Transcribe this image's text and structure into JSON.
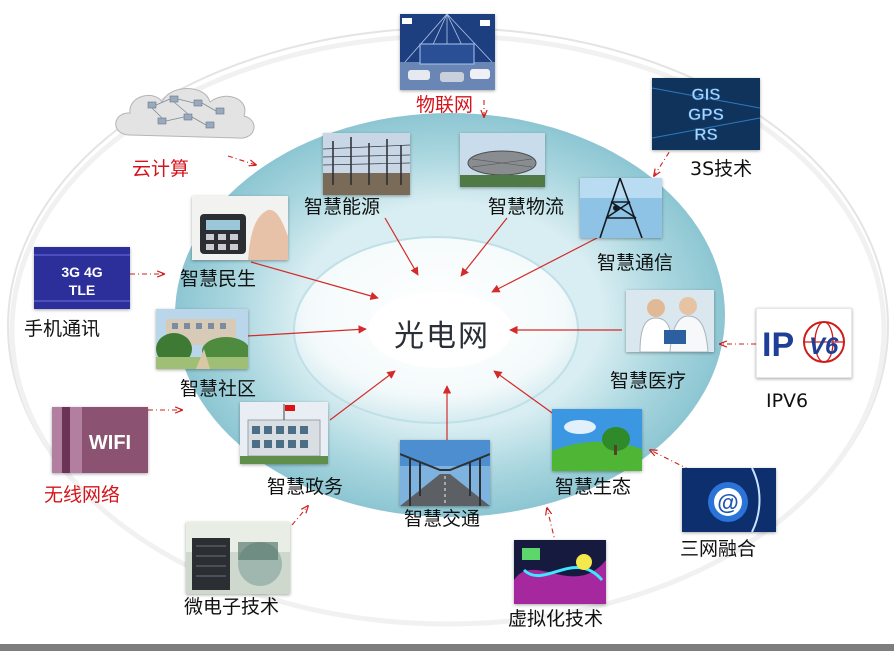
{
  "center": {
    "label": "光电网"
  },
  "inner_nodes": [
    {
      "id": "energy",
      "label": "智慧能源"
    },
    {
      "id": "logistics",
      "label": "智慧物流"
    },
    {
      "id": "telecom",
      "label": "智慧通信"
    },
    {
      "id": "livelihood",
      "label": "智慧民生"
    },
    {
      "id": "community",
      "label": "智慧社区"
    },
    {
      "id": "medical",
      "label": "智慧医疗"
    },
    {
      "id": "government",
      "label": "智慧政务"
    },
    {
      "id": "traffic",
      "label": "智慧交通"
    },
    {
      "id": "ecology",
      "label": "智慧生态"
    }
  ],
  "outer_nodes": [
    {
      "id": "iot",
      "label": "物联网",
      "highlight": true
    },
    {
      "id": "cloud",
      "label": "云计算",
      "highlight": true
    },
    {
      "id": "three_s",
      "label": "3S技术",
      "highlight": false,
      "image_text": [
        "GIS",
        "GPS",
        "RS"
      ]
    },
    {
      "id": "mobile",
      "label": "手机通讯",
      "highlight": false,
      "image_text": [
        "3G 4G",
        "TLE"
      ]
    },
    {
      "id": "ipv6",
      "label": "IPV6",
      "highlight": false,
      "image_text": [
        "IP",
        "V6"
      ]
    },
    {
      "id": "wifi",
      "label": "无线网络",
      "highlight": true,
      "image_text": [
        "WIFI"
      ]
    },
    {
      "id": "triple",
      "label": "三网融合",
      "highlight": false,
      "image_text": [
        "@"
      ]
    },
    {
      "id": "micro",
      "label": "微电子技术",
      "highlight": false
    },
    {
      "id": "virtual",
      "label": "虚拟化技术",
      "highlight": false
    }
  ],
  "colors": {
    "ring": "#9fd2dc",
    "ring_inner": "#c6e5ec",
    "center_fill": "#ffffff",
    "arrow_inner": "#d42a2a",
    "arrow_outer": "#d02020",
    "highlight_text": "#d4141c"
  }
}
